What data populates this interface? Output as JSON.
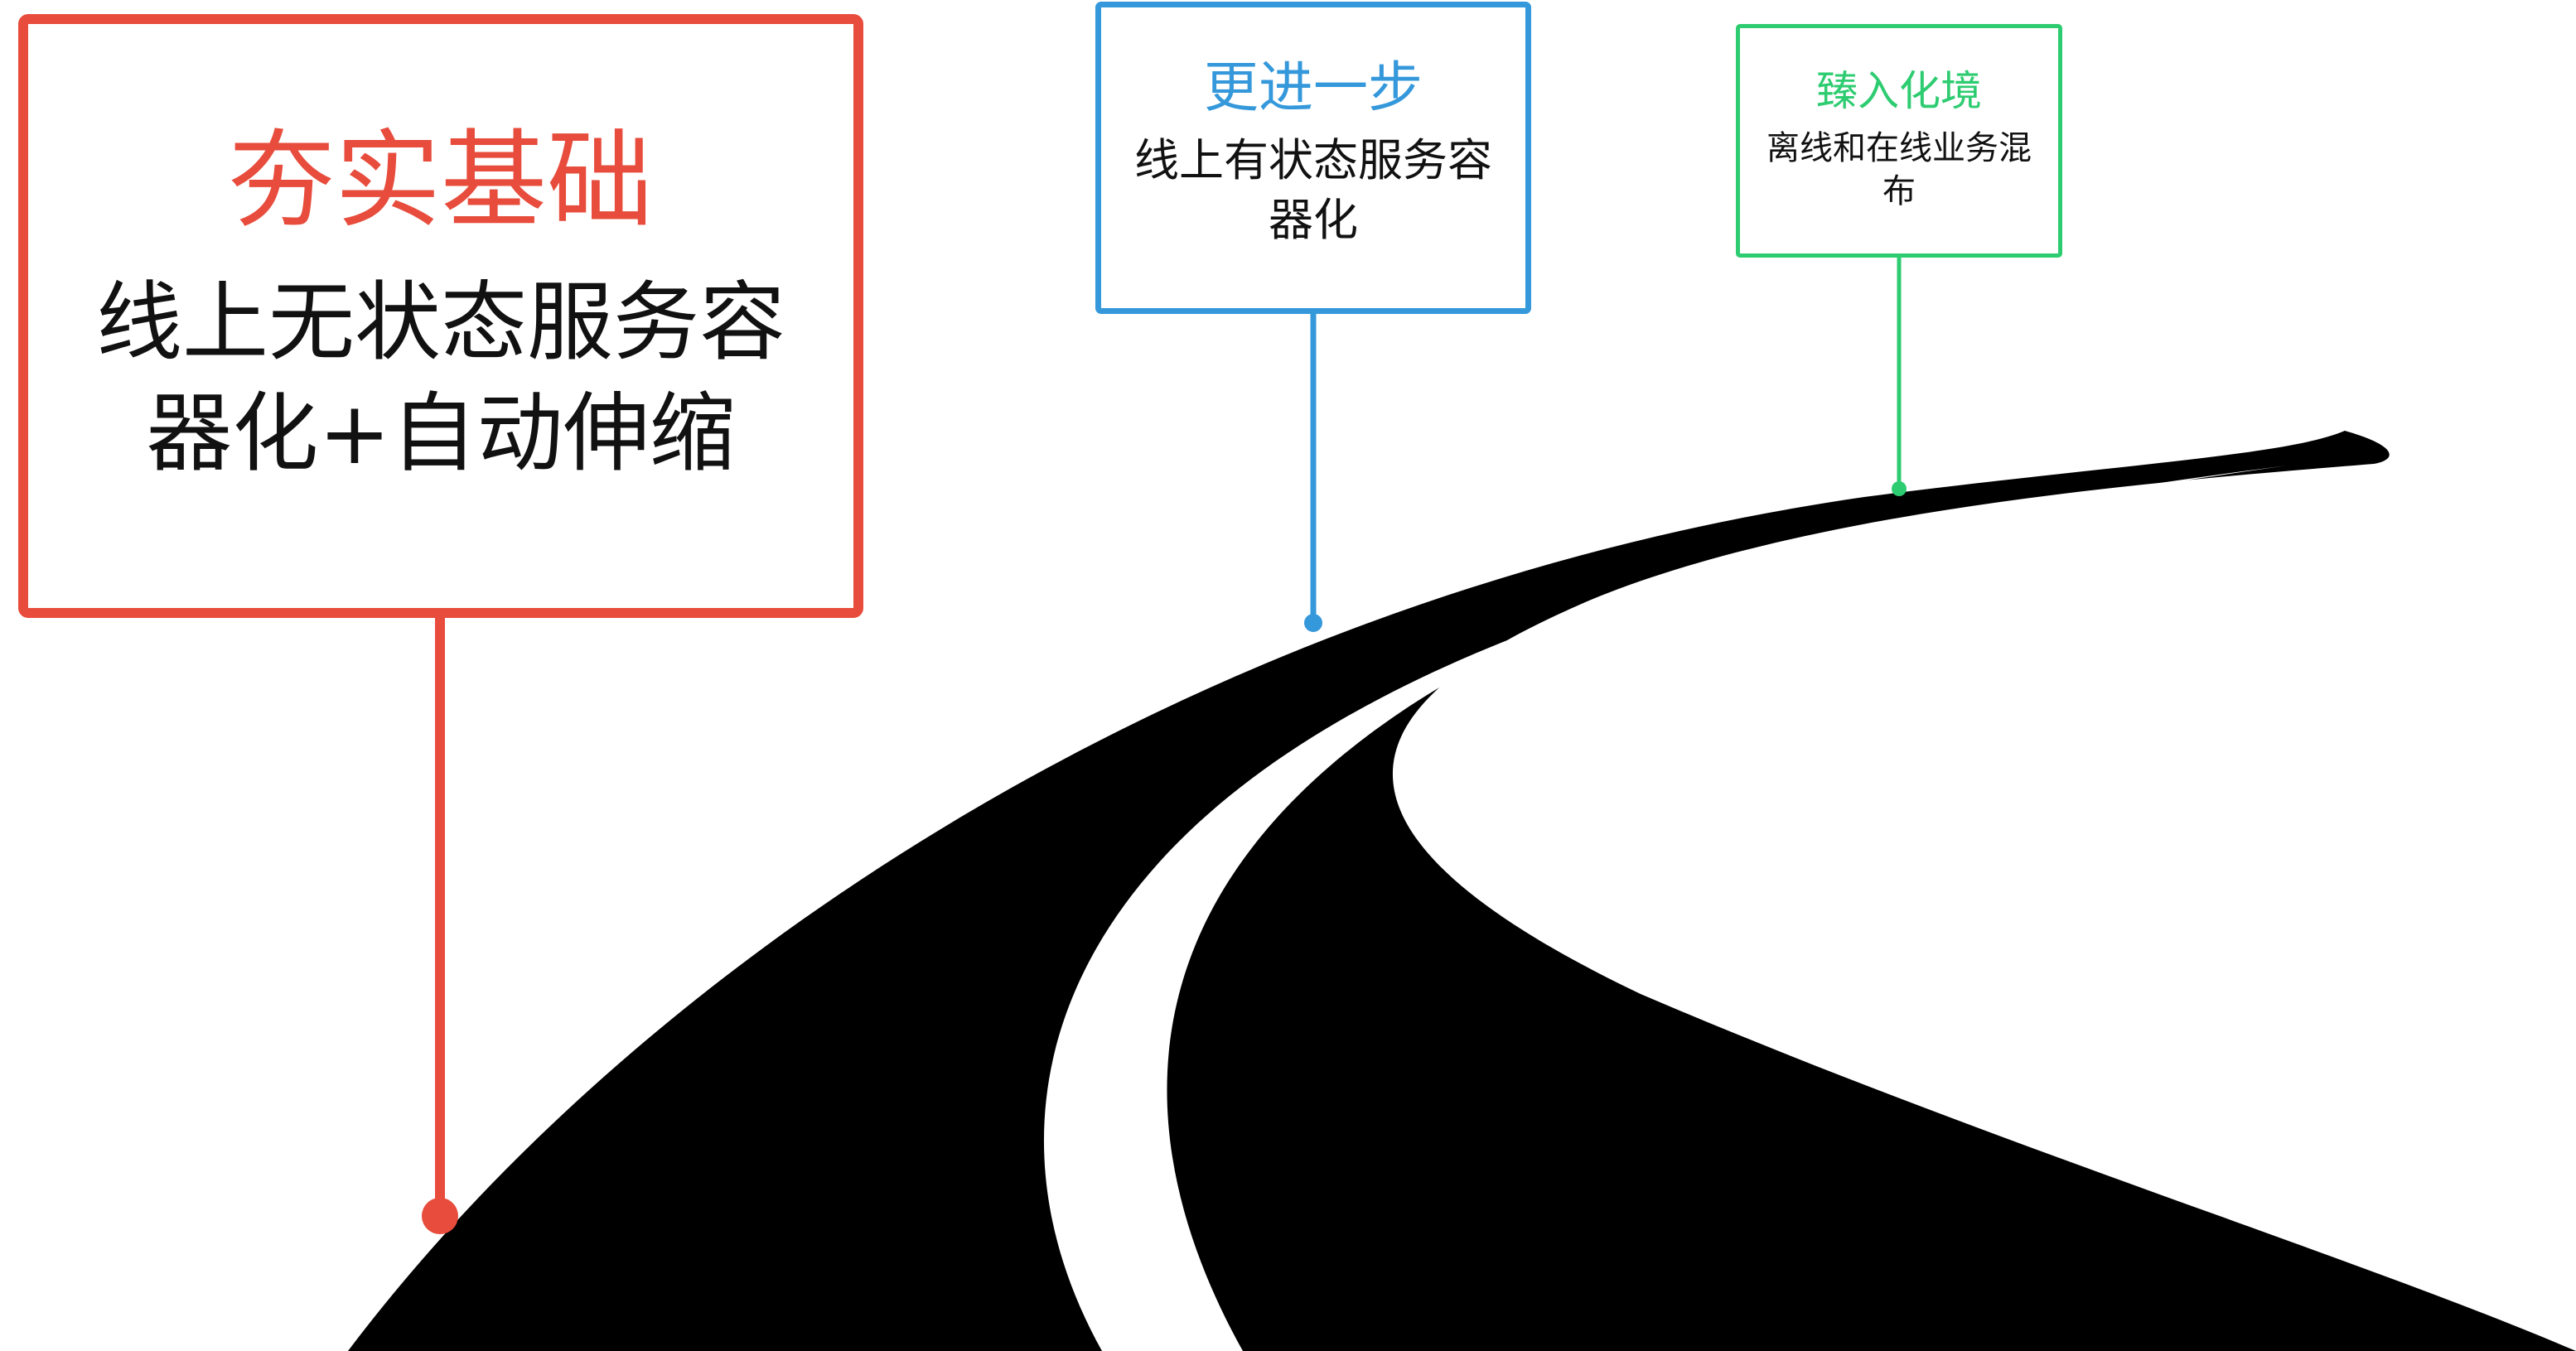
{
  "stages": [
    {
      "title": "夯实基础",
      "description": "线上无状态服务容器化+自动伸缩",
      "color": "#e74c3c"
    },
    {
      "title": "更进一步",
      "description": "线上有状态服务容器化",
      "color": "#3498db"
    },
    {
      "title": "臻入化境",
      "description": "离线和在线业务混布",
      "color": "#2ecc71"
    }
  ],
  "road": {
    "color": "#000000",
    "lane_color": "#ffffff"
  }
}
